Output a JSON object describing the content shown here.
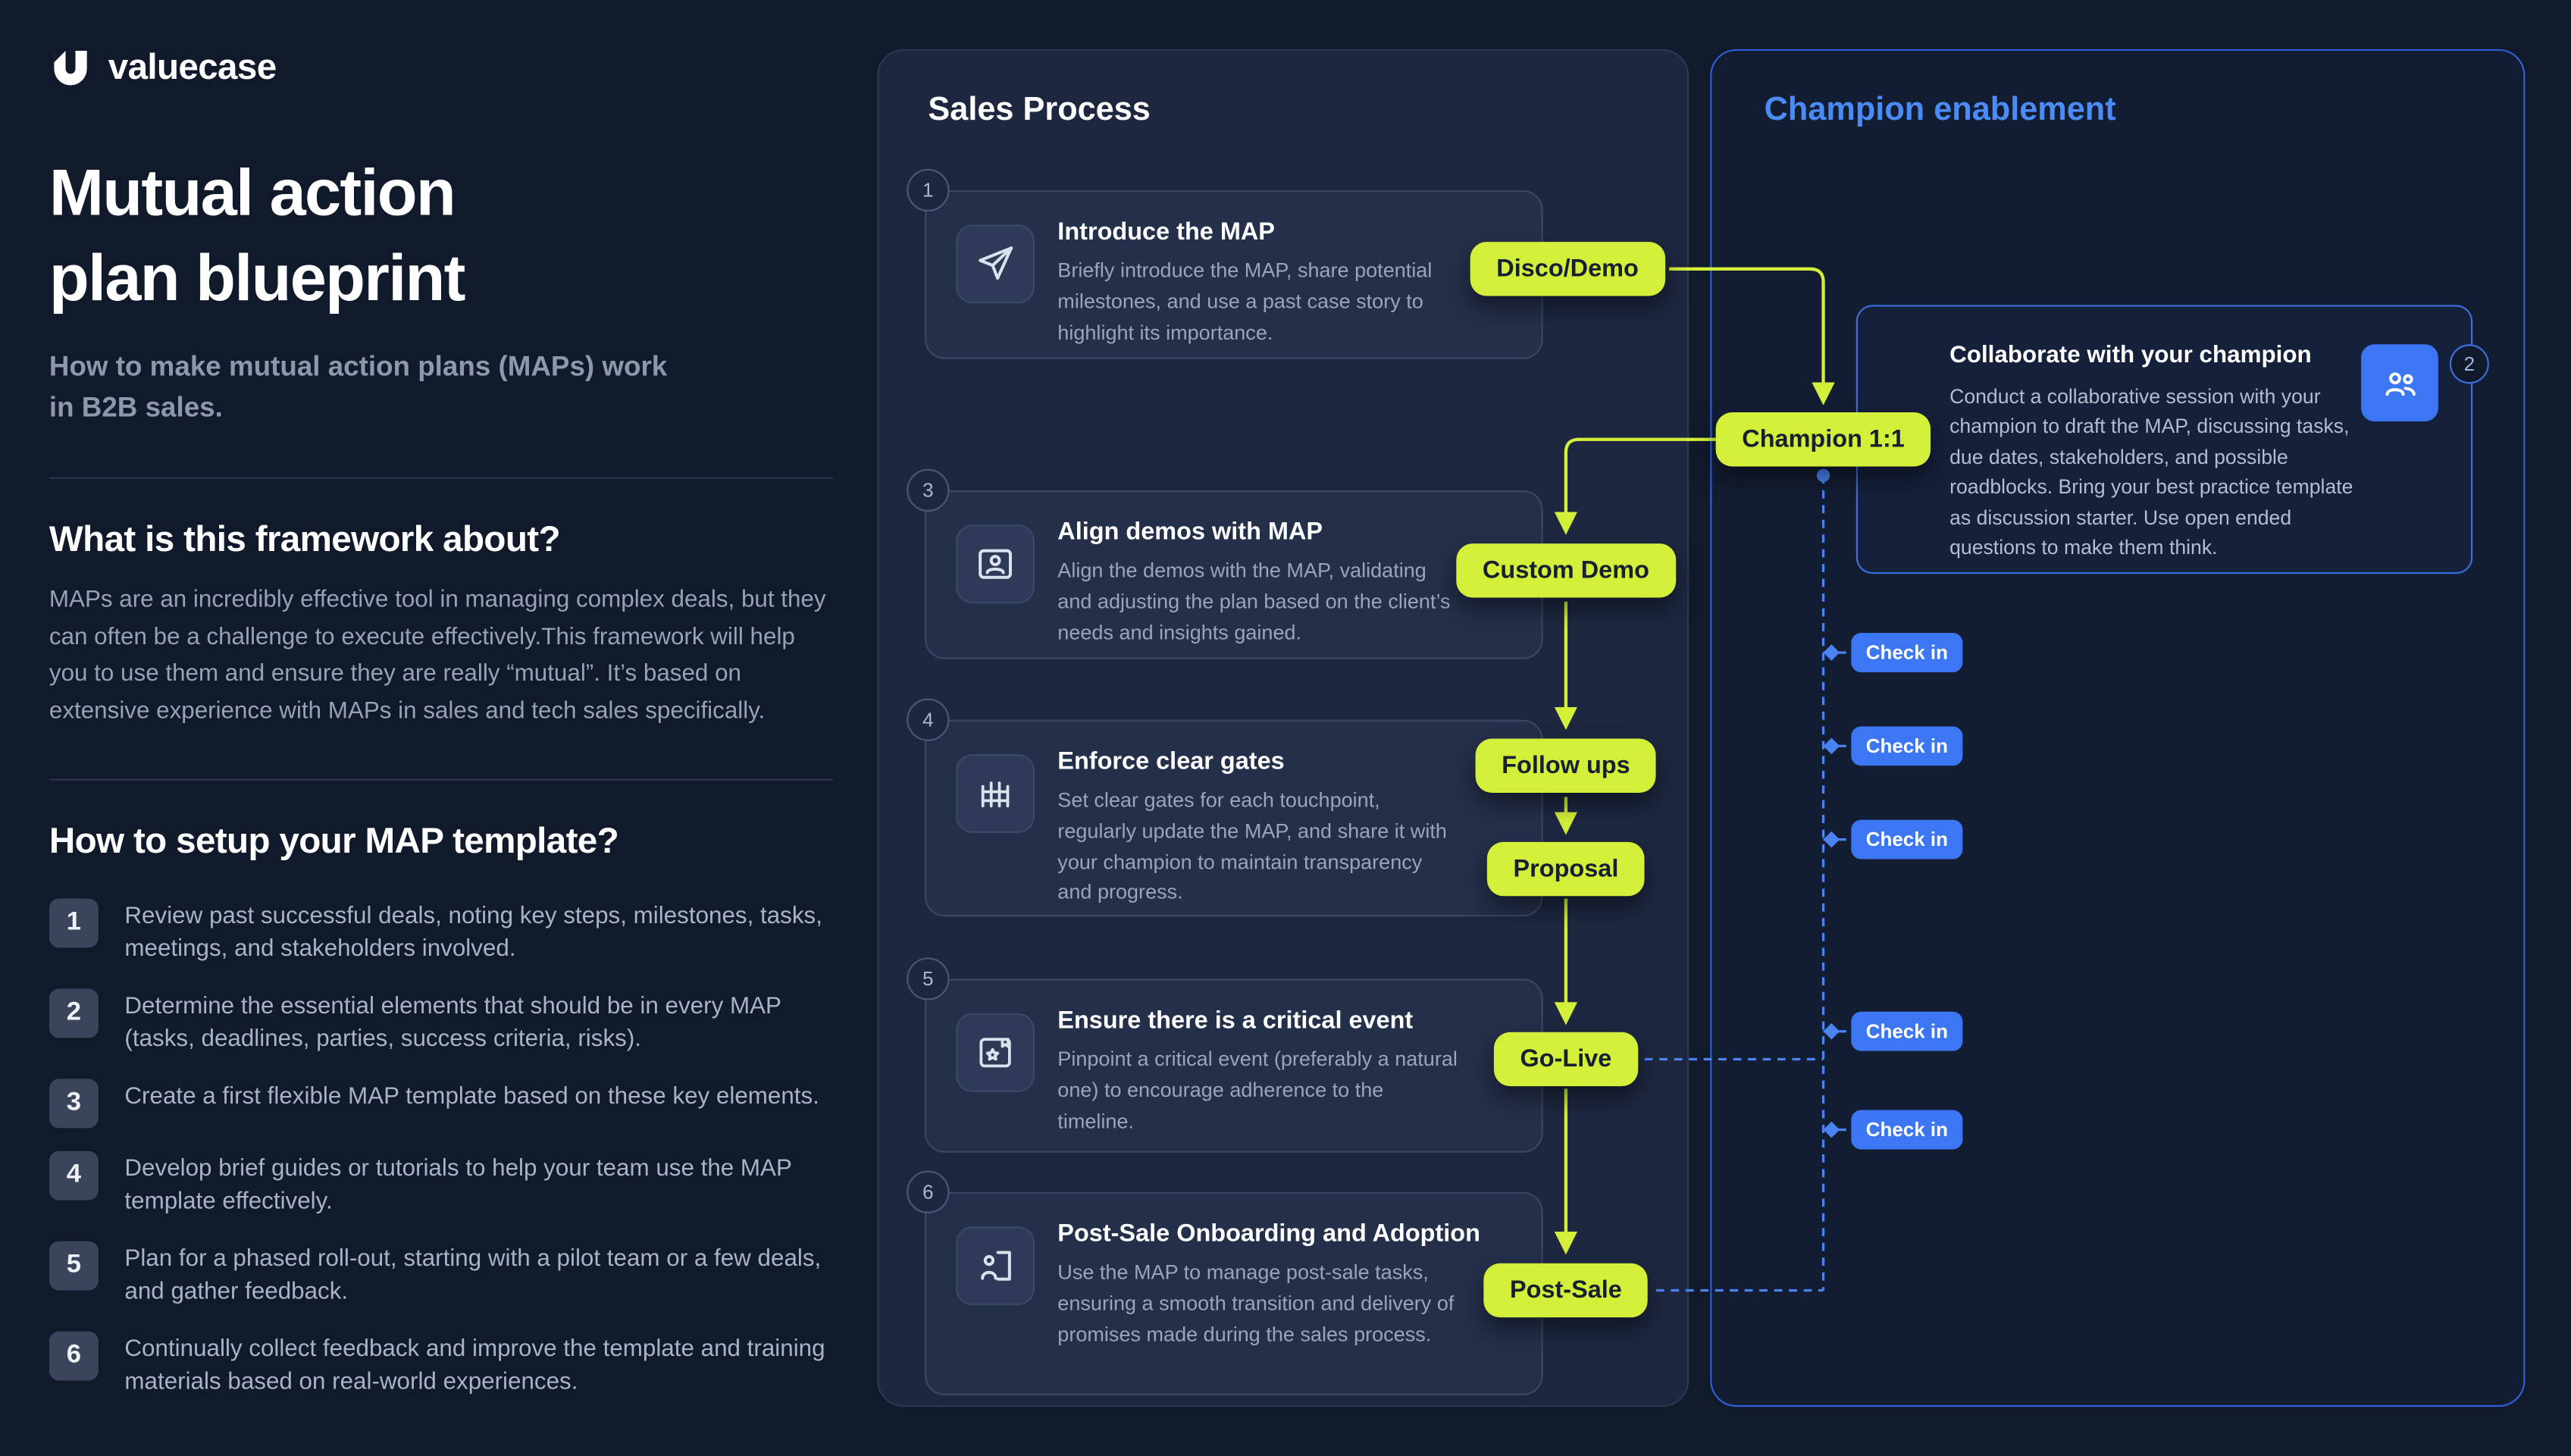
{
  "brand": {
    "name": "valuecase"
  },
  "left": {
    "title_line1": "Mutual action",
    "title_line2": "plan blueprint",
    "subtitle": "How to make mutual action plans (MAPs) work in B2B sales.",
    "about_heading": "What is this framework about?",
    "about_text": "MAPs are an incredibly effective tool in managing complex deals, but they can often be a challenge to execute effectively.This framework will help you to use them and ensure they are really “mutual”. It’s based on extensive experience with MAPs in sales and tech sales specifically.",
    "setup_heading": "How to setup your MAP template?",
    "steps": [
      {
        "num": "1",
        "text": "Review past successful deals, noting key steps, milestones, tasks, meetings, and stakeholders involved."
      },
      {
        "num": "2",
        "text": "Determine the essential elements that should be in every MAP (tasks, deadlines, parties, success criteria, risks)."
      },
      {
        "num": "3",
        "text": "Create a first flexible MAP template based on these key elements."
      },
      {
        "num": "4",
        "text": "Develop brief guides or tutorials to help your team use the MAP template effectively."
      },
      {
        "num": "5",
        "text": "Plan for a phased roll-out, starting with a pilot team or a few deals, and gather feedback."
      },
      {
        "num": "6",
        "text": "Continually collect feedback and improve the template and training materials based on real-world experiences."
      }
    ]
  },
  "sales_process": {
    "title": "Sales Process",
    "steps": [
      {
        "num": "1",
        "icon": "paper-plane-icon",
        "title": "Introduce the MAP",
        "desc": "Briefly introduce the MAP, share potential milestones, and use a past case story to highlight its importance."
      },
      {
        "num": "3",
        "icon": "id-card-icon",
        "title": "Align demos with MAP",
        "desc": "Align the demos with the MAP, validating and adjusting the plan based on the client’s needs and insights gained."
      },
      {
        "num": "4",
        "icon": "gate-icon",
        "title": "Enforce clear gates",
        "desc": "Set clear gates for each touchpoint, regularly update the MAP, and share it with your champion to maintain transparency and progress."
      },
      {
        "num": "5",
        "icon": "critical-event-icon",
        "title": "Ensure there is a critical event",
        "desc": "Pinpoint a critical event (preferably a natural one) to encourage adherence to the timeline."
      },
      {
        "num": "6",
        "icon": "onboarding-icon",
        "title": "Post-Sale Onboarding and Adoption",
        "desc": "Use the MAP to manage post-sale tasks, ensuring a smooth transition and delivery of promises made during the sales process."
      }
    ]
  },
  "flow": {
    "stages": [
      "Disco/Demo",
      "Champion 1:1",
      "Custom Demo",
      "Follow ups",
      "Proposal",
      "Go-Live",
      "Post-Sale"
    ]
  },
  "champion": {
    "title": "Champion enablement",
    "card": {
      "num": "2",
      "title": "Collaborate with your champion",
      "desc": "Conduct a collaborative session with your champion to draft the MAP, discussing tasks, due dates, stakeholders, and possible roadblocks. Bring your best practice template as discussion starter. Use open ended questions to make them think.",
      "icon": "collaboration-icon"
    },
    "check_ins": [
      "Check in",
      "Check in",
      "Check in",
      "Check in",
      "Check in"
    ]
  },
  "colors": {
    "background": "#111a2b",
    "panel": "#1d2740",
    "card": "#242f4a",
    "lime": "#d3ef3a",
    "pill_text": "#16202f",
    "blue": "#3d76f2",
    "champion_border": "#2f5fd6",
    "champion_title": "#4b8bf5"
  }
}
